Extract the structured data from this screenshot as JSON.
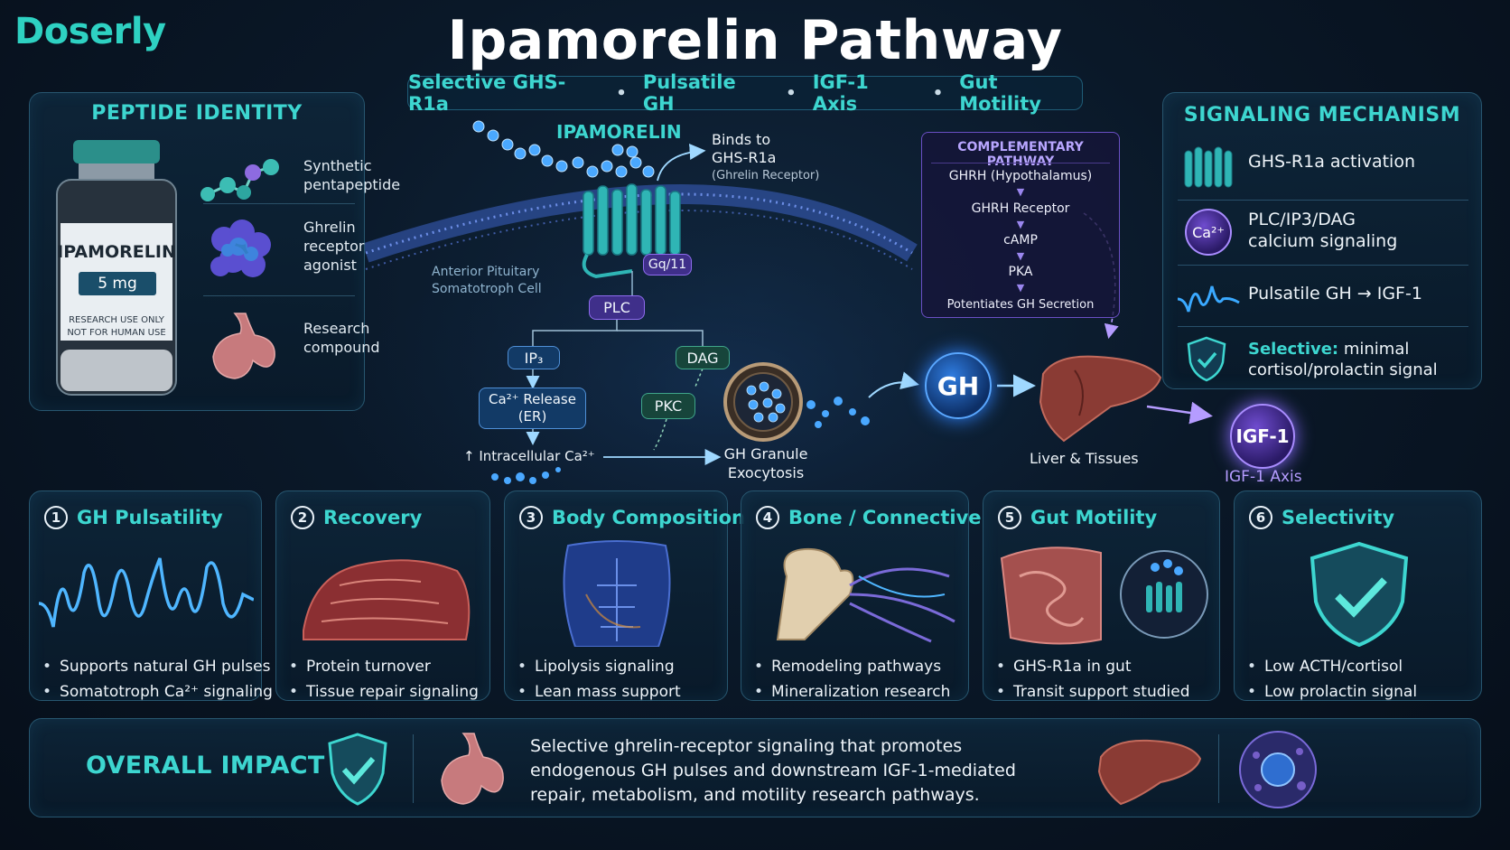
{
  "brand": "Doserly",
  "title": "Ipamorelin Pathway",
  "subtitle": [
    "Selective GHS-R1a",
    "Pulsatile GH",
    "IGF-1 Axis",
    "Gut Motility"
  ],
  "identity": {
    "title": "PEPTIDE IDENTITY",
    "vial": {
      "name": "IPAMORELIN",
      "dose": "5 mg",
      "note_1": "RESEARCH USE ONLY",
      "note_2": "NOT FOR HUMAN USE"
    },
    "items": [
      {
        "line1": "Synthetic",
        "line2": "pentapeptide",
        "line3": "",
        "icon": "molecule-chain-icon"
      },
      {
        "line1": "Ghrelin",
        "line2": "receptor",
        "line3": "agonist",
        "icon": "protein-cluster-icon"
      },
      {
        "line1": "Research",
        "line2": "compound",
        "line3": "",
        "icon": "pituitary-gland-icon"
      }
    ]
  },
  "diagram": {
    "peptide_label": "IPAMORELIN",
    "binds_1": "Binds to",
    "binds_2": "GHS-R1a",
    "binds_3": "(Ghrelin Receptor)",
    "cell_1": "Anterior Pituitary",
    "cell_2": "Somatotroph Cell",
    "gq": "Gq/11",
    "plc": "PLC",
    "ip3": "IP₃",
    "dag": "DAG",
    "ca_release_1": "Ca²⁺ Release",
    "ca_release_2": "(ER)",
    "pkc": "PKC",
    "intracellular": "↑ Intracellular Ca²⁺",
    "granule_1": "GH Granule",
    "granule_2": "Exocytosis",
    "gh": "GH",
    "liver": "Liver & Tissues",
    "igf": "IGF-1",
    "igf_axis": "IGF-1 Axis"
  },
  "complementary": {
    "title": "COMPLEMENTARY PATHWAY",
    "steps": [
      "GHRH (Hypothalamus)",
      "GHRH Receptor",
      "cAMP",
      "PKA",
      "Potentiates GH Secretion"
    ]
  },
  "mechanism": {
    "title": "SIGNALING MECHANISM",
    "row1": "GHS-R1a activation",
    "row2_1": "PLC/IP3/DAG",
    "row2_2": "calcium signaling",
    "row2_icon": "Ca²⁺",
    "row3": "Pulsatile GH → IGF-1",
    "row4_strong": "Selective:",
    "row4_1": " minimal",
    "row4_2": "cortisol/prolactin signal"
  },
  "cards": [
    {
      "num": "1",
      "title": "GH Pulsatility",
      "b1": "Supports natural GH pulses",
      "b2": "Somatotroph Ca²⁺ signaling"
    },
    {
      "num": "2",
      "title": "Recovery",
      "b1": "Protein turnover",
      "b2": "Tissue repair signaling"
    },
    {
      "num": "3",
      "title": "Body Composition",
      "b1": "Lipolysis signaling",
      "b2": "Lean mass support"
    },
    {
      "num": "4",
      "title": "Bone / Connective",
      "b1": "Remodeling pathways",
      "b2": "Mineralization research"
    },
    {
      "num": "5",
      "title": "Gut Motility",
      "b1": "GHS-R1a in gut",
      "b2": "Transit support studied"
    },
    {
      "num": "6",
      "title": "Selectivity",
      "b1": "Low ACTH/cortisol",
      "b2": "Low prolactin signal"
    }
  ],
  "impact": {
    "title": "OVERALL IMPACT",
    "text": "Selective ghrelin-receptor signaling that promotes endogenous GH pulses and downstream IGF-1-mediated repair, metabolism, and motility research pathways."
  },
  "colors": {
    "accent": "#3dd6d0",
    "purple": "#8f6cf0",
    "gh_blue": "#2f83ff",
    "background": "#0a1828"
  }
}
